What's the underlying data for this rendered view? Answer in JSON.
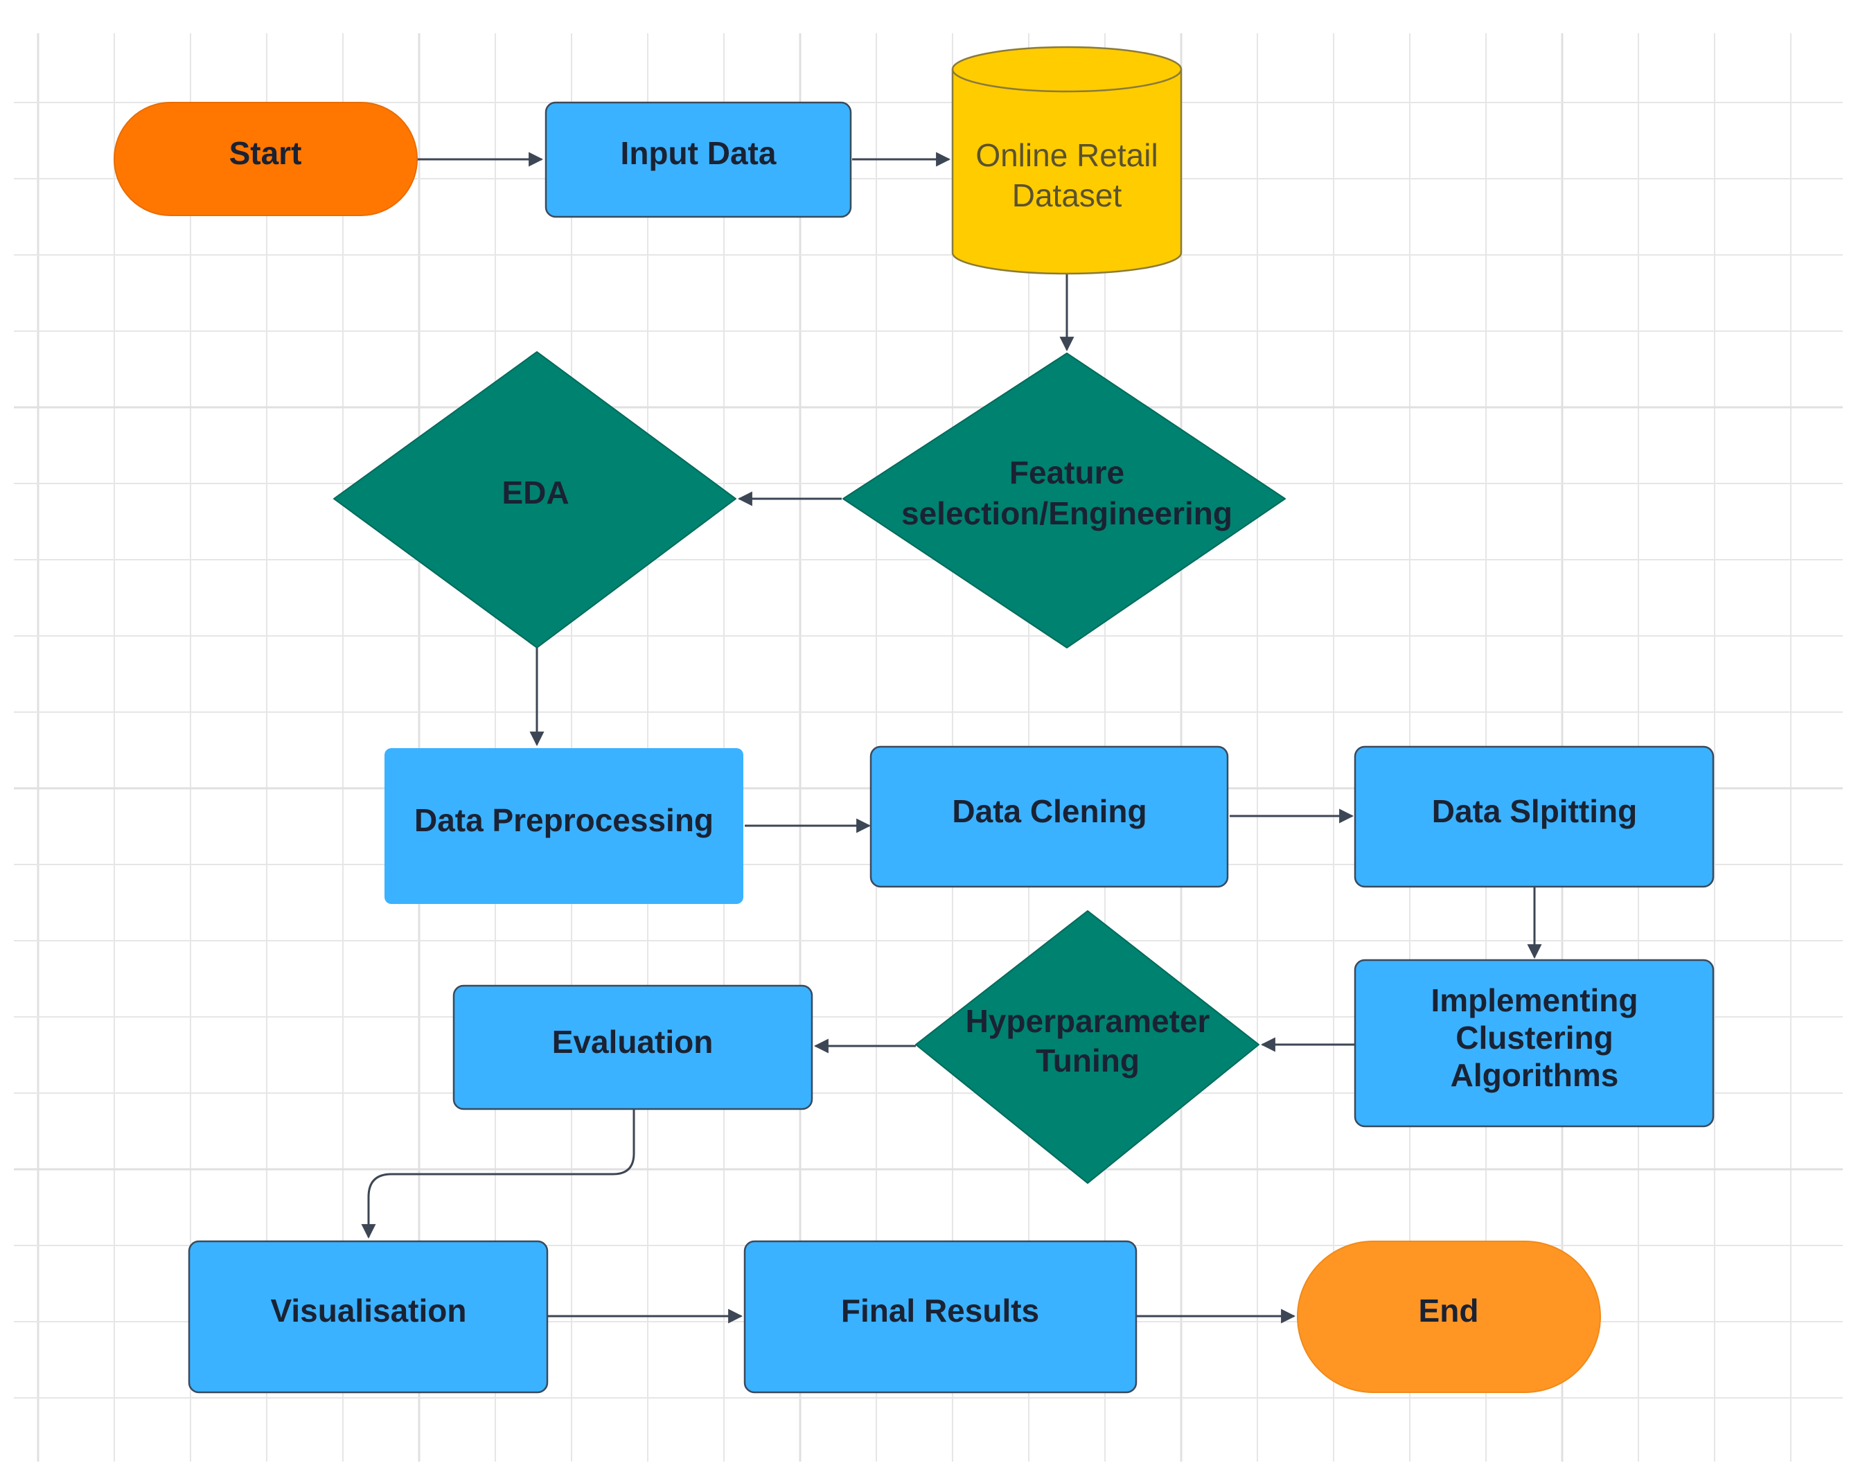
{
  "colors": {
    "terminator_start": "#ff7700",
    "terminator_end": "#ff9624",
    "process": "#3bb2ff",
    "decision": "#008270",
    "datastore": "#ffcc00",
    "grid": "#e6e6e6",
    "connector": "#3d4654"
  },
  "nodes": {
    "start": {
      "label": "Start"
    },
    "input_data": {
      "label": "Input Data"
    },
    "dataset": {
      "line1": "Online Retail",
      "line2": "Dataset"
    },
    "feature": {
      "line1": "Feature",
      "line2": "selection/Engineering"
    },
    "eda": {
      "label": "EDA"
    },
    "preprocessing": {
      "label": "Data Preprocessing"
    },
    "cleaning": {
      "label": "Data Clening"
    },
    "splitting": {
      "label": "Data Slpitting"
    },
    "clustering": {
      "line1": "Implementing",
      "line2": "Clustering",
      "line3": "Algorithms"
    },
    "tuning": {
      "line1": "Hyperparameter",
      "line2": "Tuning"
    },
    "evaluation": {
      "label": "Evaluation"
    },
    "visualisation": {
      "label": "Visualisation"
    },
    "final_results": {
      "label": "Final Results"
    },
    "end": {
      "label": "End"
    }
  }
}
